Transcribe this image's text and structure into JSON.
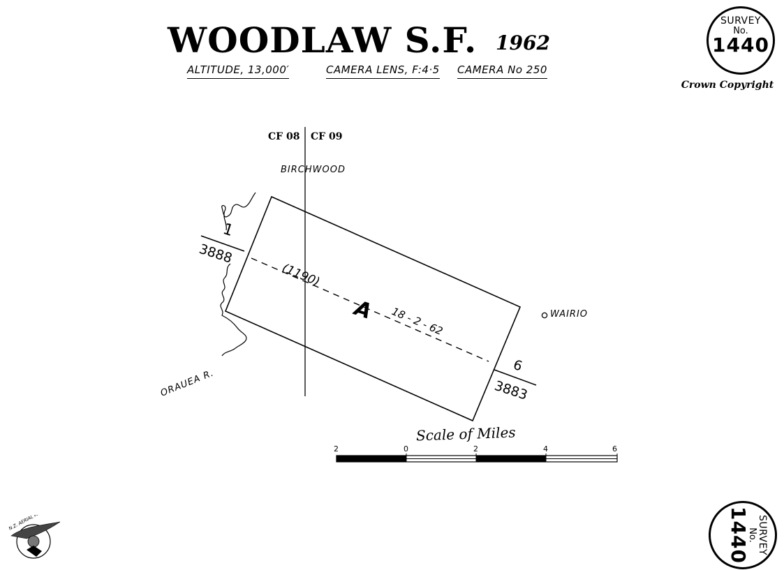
{
  "header": {
    "title": "WOODLAW S.F.",
    "year": "1962",
    "altitude": "ALTITUDE, 13,000′",
    "lens": "CAMERA LENS, F:4·5",
    "camera": "CAMERA No 250"
  },
  "copyright": "Crown Copyright",
  "stamps": {
    "top": {
      "line1": "SURVEY",
      "line2": "No.",
      "number": "1440"
    },
    "bottom": {
      "line1": "SURVEY",
      "line2": "No.",
      "number": "1440"
    }
  },
  "sheets": {
    "left": "CF 08",
    "right": "CF 09"
  },
  "places": {
    "north": "BIRCHWOOD",
    "east": "WAIRIO",
    "river": "ORAUEA R."
  },
  "run": {
    "letter": "A",
    "height": "(1190)",
    "date": "18 - 2 - 62",
    "start_frame": {
      "top": "1",
      "bottom": "3888"
    },
    "end_frame": {
      "top": "6",
      "bottom": "3883"
    }
  },
  "scale": {
    "caption": "Scale of Miles",
    "ticks": [
      "2",
      "0",
      "2",
      "4",
      "6"
    ]
  },
  "logo": {
    "text": "N.Z. AERIAL MAPPING LTD."
  },
  "colors": {
    "ink": "#000000",
    "paper": "#ffffff"
  }
}
